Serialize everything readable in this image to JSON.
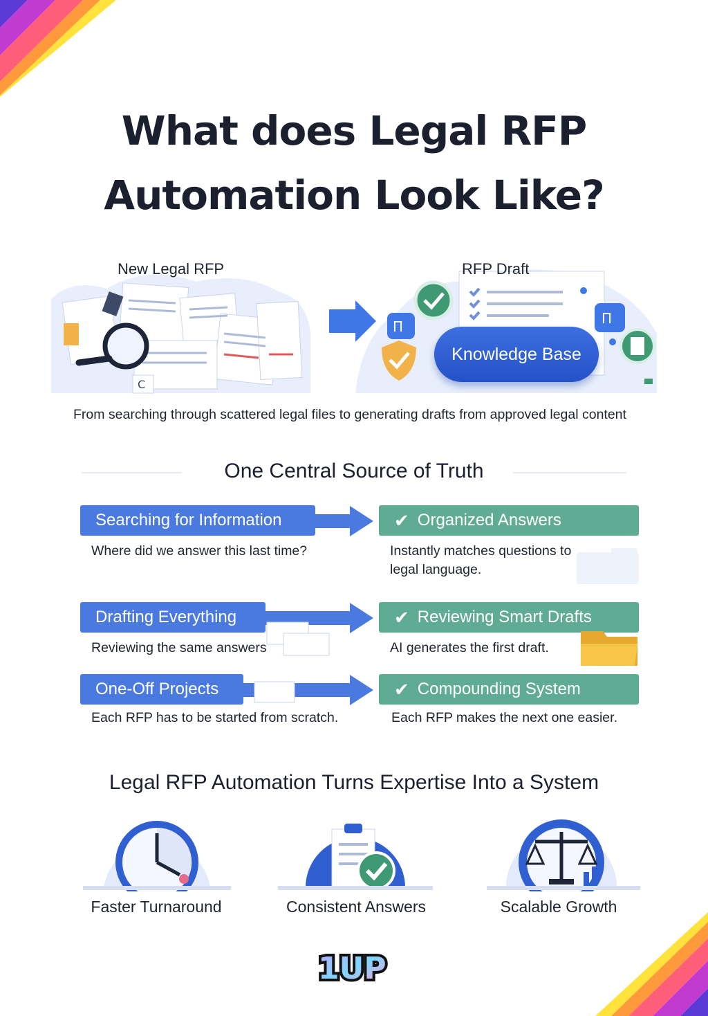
{
  "title": {
    "line1": "What does Legal RFP",
    "line2": "Automation Look Like?"
  },
  "hero": {
    "left_label": "New Legal RFP",
    "right_label": "RFP Draft",
    "knowledge_base": "Knowledge Base",
    "caption": "From searching through scattered legal files to generating drafts from approved legal content"
  },
  "section1": {
    "title": "One Central Source of Truth",
    "rows": [
      {
        "before_title": "Searching for Information",
        "before_text": "Where did we answer this last time?",
        "after_title": "Organized Answers",
        "after_text_line1": "Instantly matches questions to",
        "after_text_line2": "legal language."
      },
      {
        "before_title": "Drafting Everything",
        "before_text": "Reviewing the same answers",
        "after_title": "Reviewing Smart Drafts",
        "after_text_line1": "AI generates the first draft.",
        "after_text_line2": ""
      },
      {
        "before_title": "One-Off Projects",
        "before_text": "Each RFP has to be started from scratch.",
        "after_title": "Compounding System",
        "after_text_line1": "Each RFP makes the next one easier.",
        "after_text_line2": ""
      }
    ]
  },
  "section2": {
    "title": "Legal RFP Automation Turns Expertise Into a System",
    "features": [
      {
        "label": "Faster Turnaround",
        "icon": "clock-icon"
      },
      {
        "label": "Consistent Answers",
        "icon": "clipboard-check-icon"
      },
      {
        "label": "Scalable Growth",
        "icon": "scales-icon"
      }
    ]
  },
  "logo": {
    "text": "1UP"
  },
  "colors": {
    "blue": "#4a79e0",
    "green": "#5fab93",
    "title": "#1b1f2e"
  }
}
